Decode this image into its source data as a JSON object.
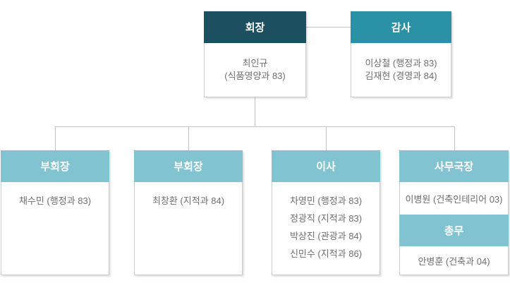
{
  "nodes": {
    "chairman": {
      "title": "회장",
      "lines": [
        "최인규",
        "(식품영양과 83)"
      ]
    },
    "auditor": {
      "title": "감사",
      "lines": [
        "이상철 (행정과 83)",
        "김재현 (경영과 84)"
      ]
    },
    "vice_chairman_1": {
      "title": "부회장",
      "lines": [
        "채수민 (행정과 83)"
      ]
    },
    "vice_chairman_2": {
      "title": "부회장",
      "lines": [
        "최창환 (지적과 84)"
      ]
    },
    "directors": {
      "title": "이사",
      "lines": [
        "차영민 (행정과 83)",
        "정광직 (지적과 83)",
        "박상진 (관광과 84)",
        "신민수 (지적과 86)"
      ]
    },
    "secretary_general": {
      "title": "사무국장",
      "lines": [
        "이병원 (건축인테리어 03)"
      ]
    },
    "general_affairs": {
      "title": "총무",
      "lines": [
        "안병훈 (건축과 04)"
      ]
    }
  },
  "colors": {
    "header_dark": "#1c4f60",
    "header_mid": "#2b91a5",
    "header_light": "#82c3d1",
    "line": "#c3c3c3",
    "border": "#cccccc",
    "text": "#6e6e6e",
    "bg": "#ffffff"
  }
}
